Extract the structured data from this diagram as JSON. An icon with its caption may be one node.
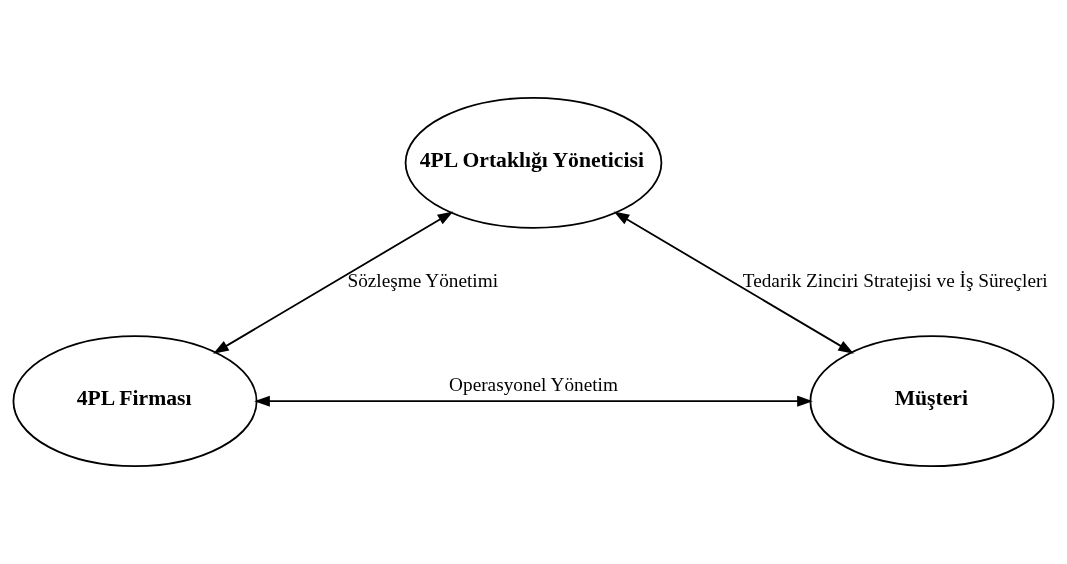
{
  "diagram": {
    "nodes": [
      {
        "text": [
          "4PL Ortaklığı Yöneticisi"
        ]
      },
      {
        "text": [
          "4PL Firması"
        ]
      },
      {
        "text": [
          "Müşteri"
        ]
      }
    ],
    "edges": [
      {
        "from": 0,
        "to": 1,
        "arrow": "both",
        "label": "Sözleşme Yönetimi"
      },
      {
        "from": 0,
        "to": 2,
        "arrow": "both",
        "label": "Tedarik Zinciri Stratejisi ve İş Süreçleri"
      },
      {
        "from": 1,
        "to": 2,
        "arrow": "both",
        "label": "Operasyonel Yönetim"
      }
    ]
  }
}
